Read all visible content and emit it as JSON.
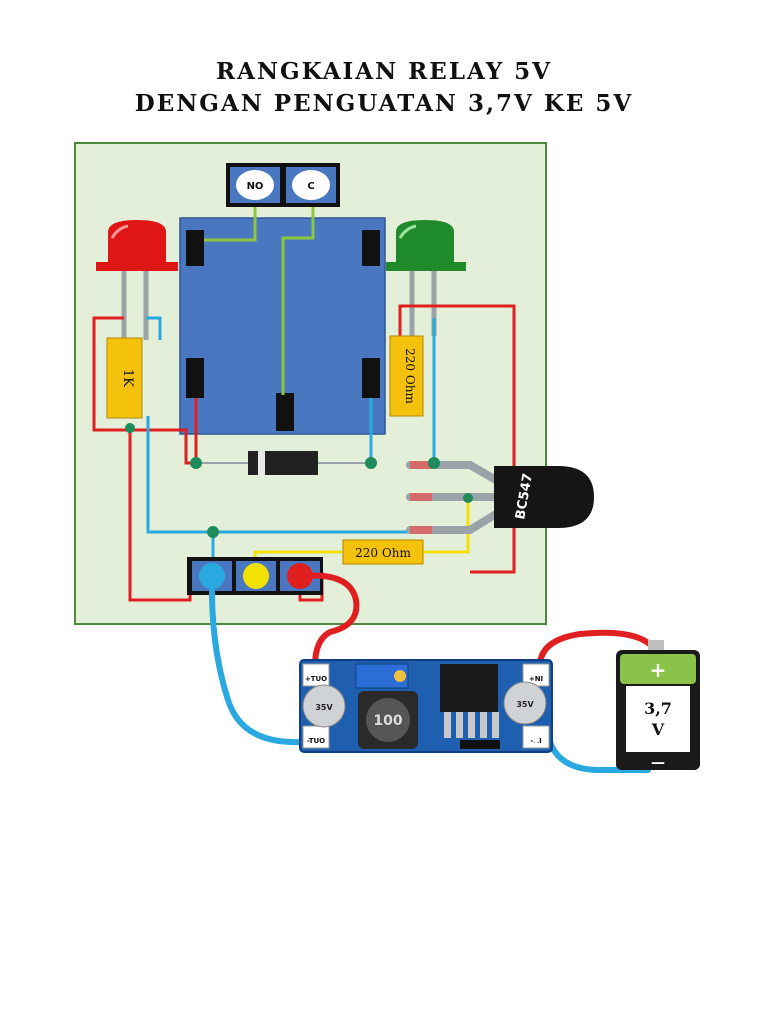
{
  "title": {
    "line1": "RANGKAIAN RELAY 5V",
    "line2": "DENGAN PENGUATAN 3,7V KE 5V"
  },
  "terminals": {
    "no": "NO",
    "c": "C"
  },
  "components": {
    "resistor_led_red": "1K",
    "resistor_led_green": "220 Ohm",
    "resistor_base": "220 Ohm",
    "transistor": "BC547"
  },
  "battery": {
    "plus": "+",
    "voltage": "3,7",
    "unit": "V",
    "minus": "—"
  },
  "boost_module": {
    "out_plus": "+TUO",
    "out_minus": "-TUO",
    "in_plus": "+NI",
    "in_minus": "-NI",
    "inductor": "100",
    "cap_left": "35V",
    "cap_right": "35V"
  },
  "colors": {
    "board_bg": "#e3efd9",
    "board_border": "#4e8a3e",
    "relay_body": "#4a78c0",
    "resistor": "#f4c20d",
    "wire_red": "#e02020",
    "wire_blue": "#2aa8e0",
    "wire_yellow": "#f2e200",
    "wire_green": "#8cc63f",
    "led_red": "#e01515",
    "led_green": "#1e8a2a",
    "node": "#1f8a5a"
  }
}
